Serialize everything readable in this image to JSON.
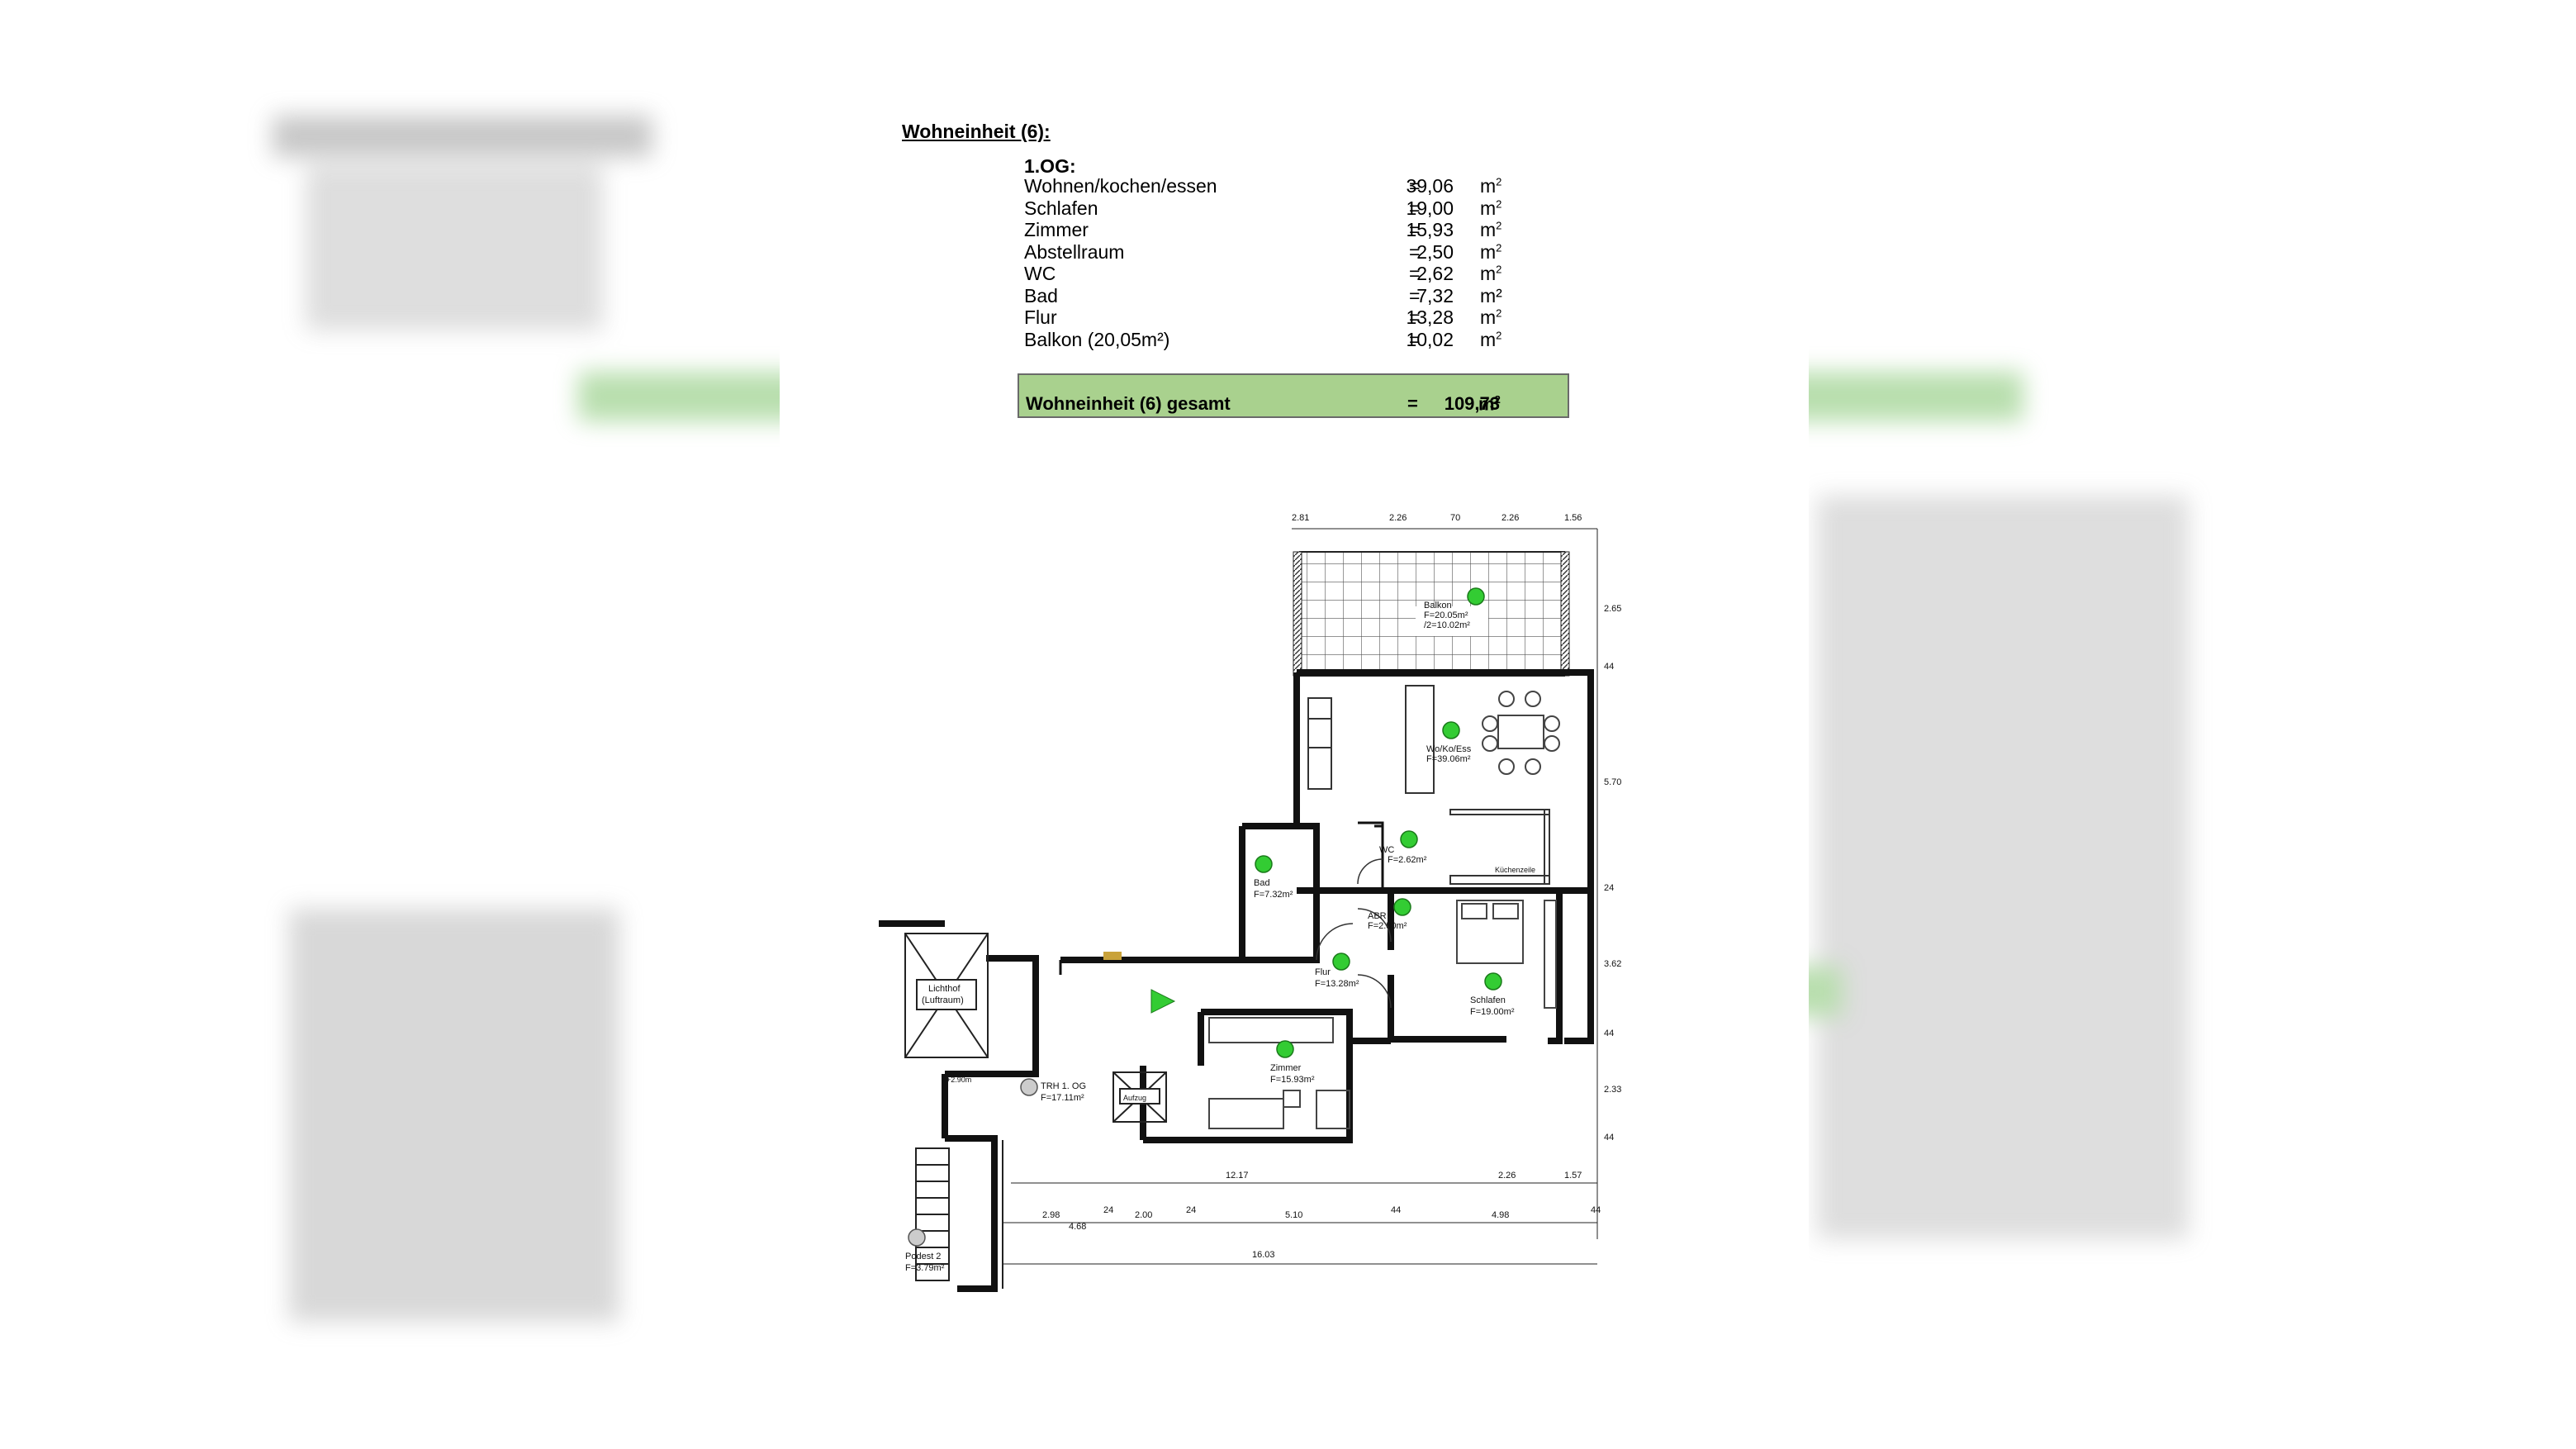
{
  "unit": {
    "title": "Wohneinheit (6):",
    "floor": "1.OG:",
    "rooms": [
      {
        "name": "Wohnen/kochen/essen",
        "eq": "=",
        "value": "39,06",
        "unit": "m",
        "sup": "2"
      },
      {
        "name": "Schlafen",
        "eq": "=",
        "value": "19,00",
        "unit": "m",
        "sup": "2"
      },
      {
        "name": "Zimmer",
        "eq": "=",
        "value": "15,93",
        "unit": "m",
        "sup": "2"
      },
      {
        "name": "Abstellraum",
        "eq": "=",
        "value": "2,50",
        "unit": "m",
        "sup": "2"
      },
      {
        "name": "WC",
        "eq": "=",
        "value": "2,62",
        "unit": "m",
        "sup": "2"
      },
      {
        "name": "Bad",
        "eq": "=",
        "value": "7,32",
        "unit": "m²",
        "sup": ""
      },
      {
        "name": "Flur",
        "eq": "=",
        "value": "13,28",
        "unit": "m",
        "sup": "2"
      },
      {
        "name": "Balkon (20,05m²)",
        "eq": "=",
        "value": "10,02",
        "unit": "m",
        "sup": "2"
      }
    ],
    "total": {
      "name": "Wohneinheit (6) gesamt",
      "eq": "=",
      "value": "109,73",
      "unit": "m",
      "sup": "2"
    }
  },
  "plan": {
    "labels": {
      "balkon": "Balkon",
      "balkon_area": "F=20.05m²",
      "balkon_half": "/2=10.02m²",
      "wohnen": "Wo/Ko/Ess",
      "wohnen_area": "F=39.06m²",
      "wc": "WC",
      "wc_area": "F=2.62m²",
      "kueche": "Küchenzeile",
      "bad": "Bad",
      "bad_area": "F=7.32m²",
      "abr": "ABR",
      "abr_area": "F=2.50m²",
      "flur": "Flur",
      "flur_area": "F=13.28m²",
      "schlafen": "Schlafen",
      "schlafen_area": "F=19.00m²",
      "zimmer": "Zimmer",
      "zimmer_area": "F=15.93m²",
      "lichthof_1": "Lichthof",
      "lichthof_2": "(Luftraum)",
      "trh": "TRH 1. OG",
      "trh_area": "F=17.11m²",
      "aufzug": "Aufzug",
      "podest": "Podest 2",
      "podest_area": "F=3.79m²",
      "level": "+2.90m"
    },
    "dims_top": [
      "2.81",
      "2.26",
      "70",
      "2.26",
      "1.56"
    ],
    "dims_right": [
      "2.65",
      "44",
      "5.70",
      "24",
      "3.62",
      "44",
      "2.33",
      "44"
    ],
    "dims_bottom_1": [
      "12.17",
      "2.26",
      "1.57"
    ],
    "dims_bottom_2": [
      "2.98",
      "24",
      "2.00",
      "24",
      "5.10",
      "44",
      "4.98",
      "44"
    ],
    "dims_bottom_3": [
      "16.03"
    ],
    "dim_side": "4.68",
    "marker_color": "#33cc33"
  }
}
